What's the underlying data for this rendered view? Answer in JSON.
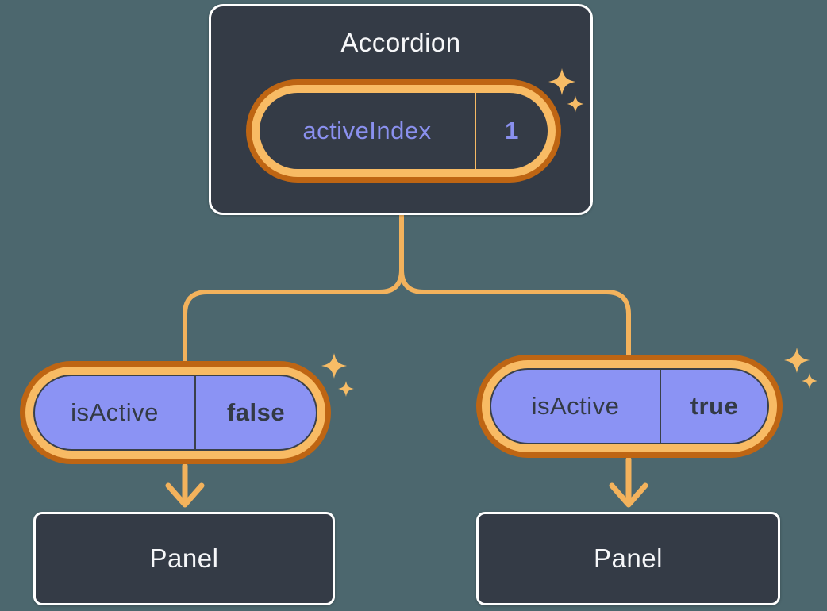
{
  "colors": {
    "background": "#4C676E",
    "node_fill": "#343B46",
    "node_border": "#FFFFFF",
    "node_text": "#F6F7F9",
    "state_name_purple": "#8A90EE",
    "pill_fill_purple": "#8B93F4",
    "pill_text_dark": "#333A45",
    "ring_outer_orange": "#BE6513",
    "ring_inner_orange": "#F8BB64",
    "connector_orange": "#F3B25C",
    "sparkle_orange": "#F7BC66"
  },
  "root_node": {
    "title": "Accordion",
    "prop": {
      "name": "activeIndex",
      "value": "1"
    }
  },
  "left_branch": {
    "prop": {
      "name": "isActive",
      "value": "false"
    },
    "panel": {
      "title": "Panel"
    }
  },
  "right_branch": {
    "prop": {
      "name": "isActive",
      "value": "true"
    },
    "panel": {
      "title": "Panel"
    }
  }
}
